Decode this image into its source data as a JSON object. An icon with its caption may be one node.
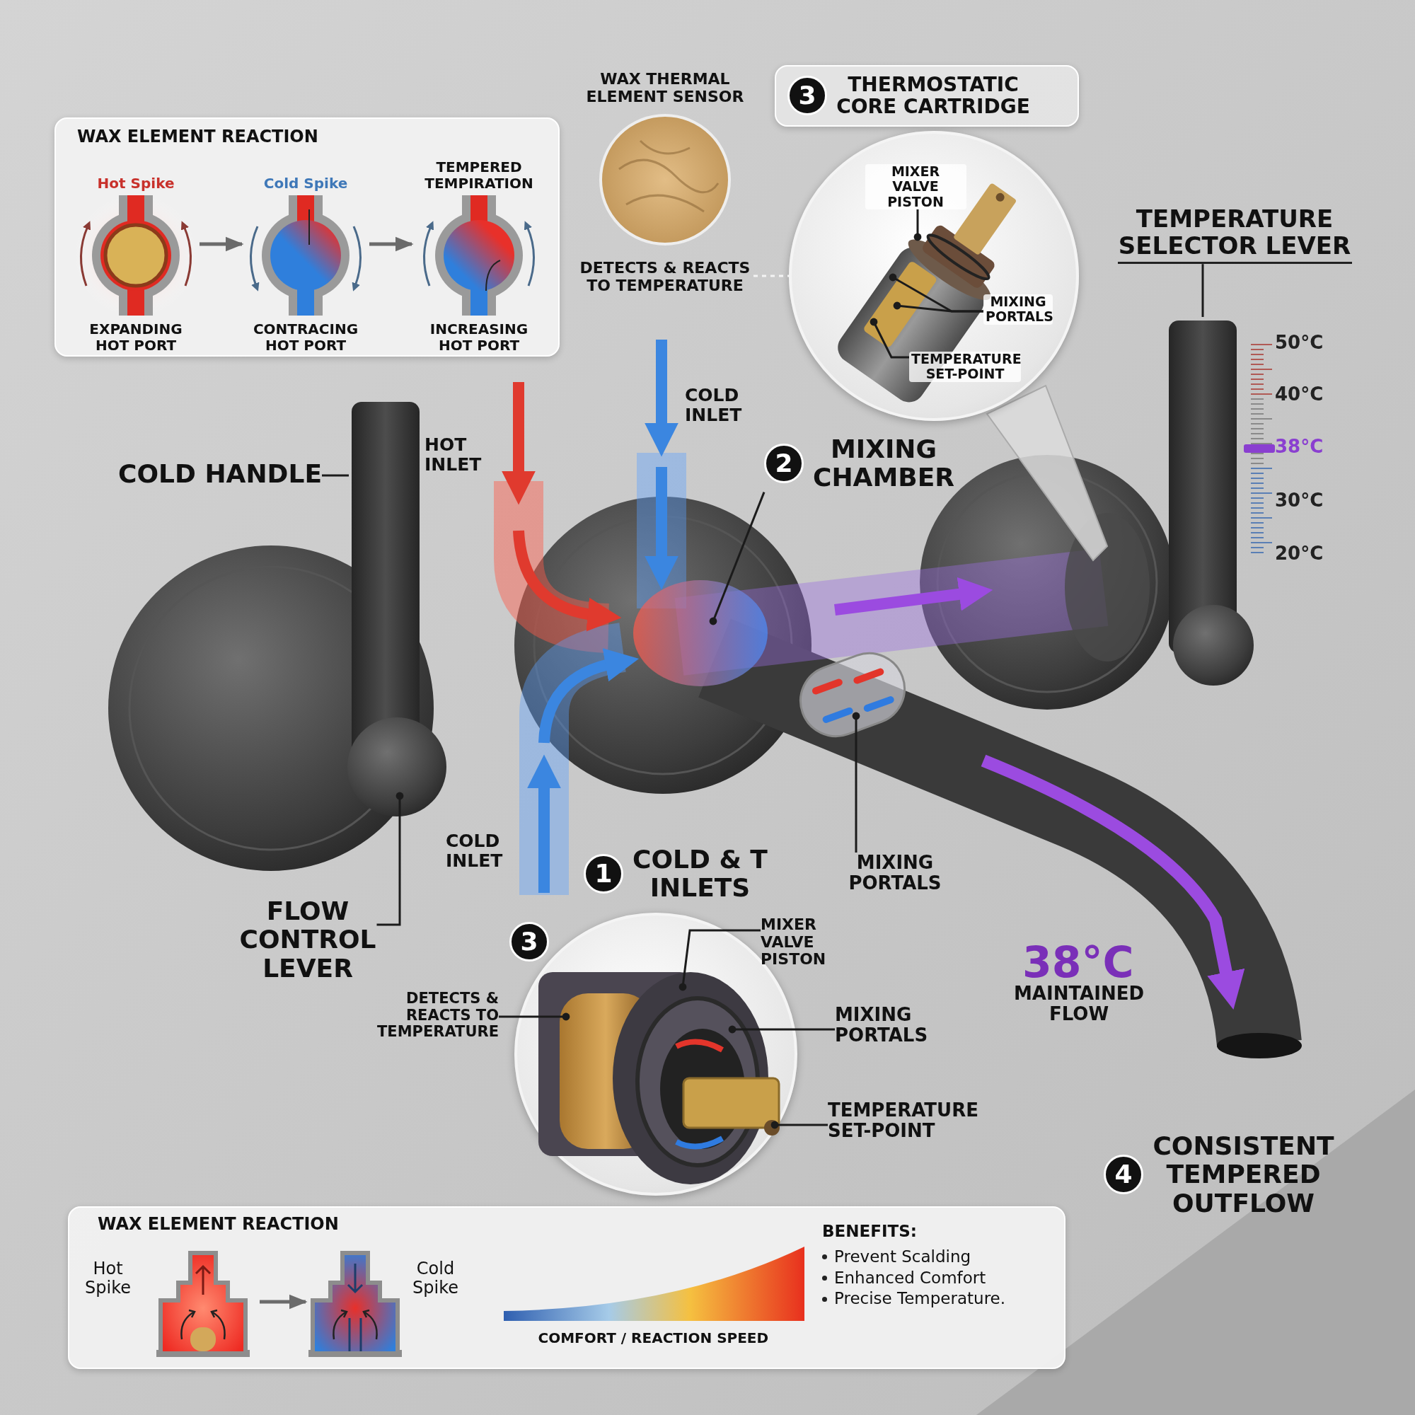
{
  "diagram": {
    "nodes": [
      {
        "text": [
          "WAX ELEMENT REACTION"
        ]
      },
      {
        "text": [
          "Hot Spike",
          "EXPANDING HOT PORT"
        ],
        "in": 0
      },
      {
        "text": [
          "Cold Spike",
          "CONTRACING HOT PORT"
        ],
        "in": 0
      },
      {
        "text": [
          "TEMPERED TEMPIRATION",
          "INCREASING HOT PORT"
        ],
        "in": 0
      },
      {
        "text": [
          "WAX THERMAL ELEMENT SENSOR",
          "DETECTS & REACTS TO TEMPERATURE"
        ]
      },
      {
        "text": [
          "3",
          "THERMOSTATIC CORE CARTRIDGE"
        ]
      },
      {
        "text": [],
        "shape": "circle"
      },
      {
        "text": [
          "MIXER VALVE PISTON"
        ],
        "in": 6
      },
      {
        "text": [
          "MIXING PORTALS"
        ],
        "in": 6
      },
      {
        "text": [
          "TEMPERATURE SET-POINT"
        ],
        "in": 6
      },
      {
        "text": [
          "TEMPERATURE SELECTOR LEVER"
        ]
      },
      {
        "text": [
          "HOT INLET"
        ]
      },
      {
        "text": [
          "COLD INLET"
        ]
      },
      {
        "text": [
          "COLD HANDLE"
        ]
      },
      {
        "text": [
          "2",
          "MIXING CHAMBER"
        ]
      },
      {
        "text": [
          "COLD INLET"
        ]
      },
      {
        "text": [
          "1",
          "COLD & T INLETS"
        ]
      },
      {
        "text": [
          "MIXING PORTALS"
        ]
      },
      {
        "text": [
          "FLOW CONTROL LEVER"
        ]
      },
      {
        "text": [
          "38°C",
          "MAINTAINED FLOW"
        ]
      },
      {
        "text": [],
        "shape": "circle"
      },
      {
        "text": [
          "DETECTS & REACTS TO TEMPERATURE"
        ]
      },
      {
        "text": [
          "MIXER VALVE PISTON"
        ]
      },
      {
        "text": [
          "MIXING PORTALS"
        ]
      },
      {
        "text": [
          "TEMPERATURE SET-POINT"
        ]
      },
      {
        "text": [
          "4",
          "CONSISTENT TEMPERED OUTFLOW"
        ]
      },
      {
        "text": [
          "WAX ELEMENT REACTION"
        ]
      },
      {
        "text": [
          "Hot Spike"
        ],
        "in": 26
      },
      {
        "text": [
          "Cold Spike"
        ],
        "in": 26
      },
      {
        "text": [
          "COMFORT / REACTION SPEED"
        ],
        "in": 26
      },
      {
        "text": [
          "BENEFITS:",
          "Prevent Scalding",
          "Enhanced Comfort",
          "Precise Temperature."
        ],
        "in": 26
      },
      {
        "text": [],
        "shape": "picture",
        "in": 6
      },
      {
        "text": [],
        "shape": "picture",
        "in": 20
      },
      {
        "text": [
          "3"
        ]
      }
    ],
    "edges": [
      {
        "from": 1,
        "to": 2,
        "arrow": "to",
        "color": "#6b6b6b"
      },
      {
        "from": 2,
        "to": 3,
        "arrow": "to",
        "color": "#6b6b6b"
      },
      {
        "from": 4,
        "to": 6,
        "arrow": "none",
        "style": "dashed",
        "color": "#f4f4f4"
      },
      {
        "from": 7,
        "to": 31,
        "arrow": "other"
      },
      {
        "from": 8,
        "to": 31,
        "arrow": "other"
      },
      {
        "from": 8,
        "to": 31,
        "arrow": "other"
      },
      {
        "from": 9,
        "to": 31,
        "arrow": "other"
      },
      {
        "from": 10,
        "to": null,
        "arrow": "none"
      },
      {
        "from": 13,
        "to": null,
        "arrow": "none"
      },
      {
        "from": 14,
        "to": null,
        "arrow": "other"
      },
      {
        "from": 17,
        "to": null,
        "arrow": "other"
      },
      {
        "from": 18,
        "to": null,
        "arrow": "other"
      },
      {
        "from": 21,
        "to": 32,
        "arrow": "other"
      },
      {
        "from": 22,
        "to": 32,
        "arrow": "other"
      },
      {
        "from": 23,
        "to": 32,
        "arrow": "other"
      },
      {
        "from": 24,
        "to": 32,
        "arrow": "other"
      },
      {
        "from": 27,
        "to": 28,
        "arrow": "to",
        "color": "#6b6b6b"
      }
    ],
    "labels": [
      "50°C",
      "40°C",
      "38°C",
      "30°C",
      "20°C"
    ]
  }
}
